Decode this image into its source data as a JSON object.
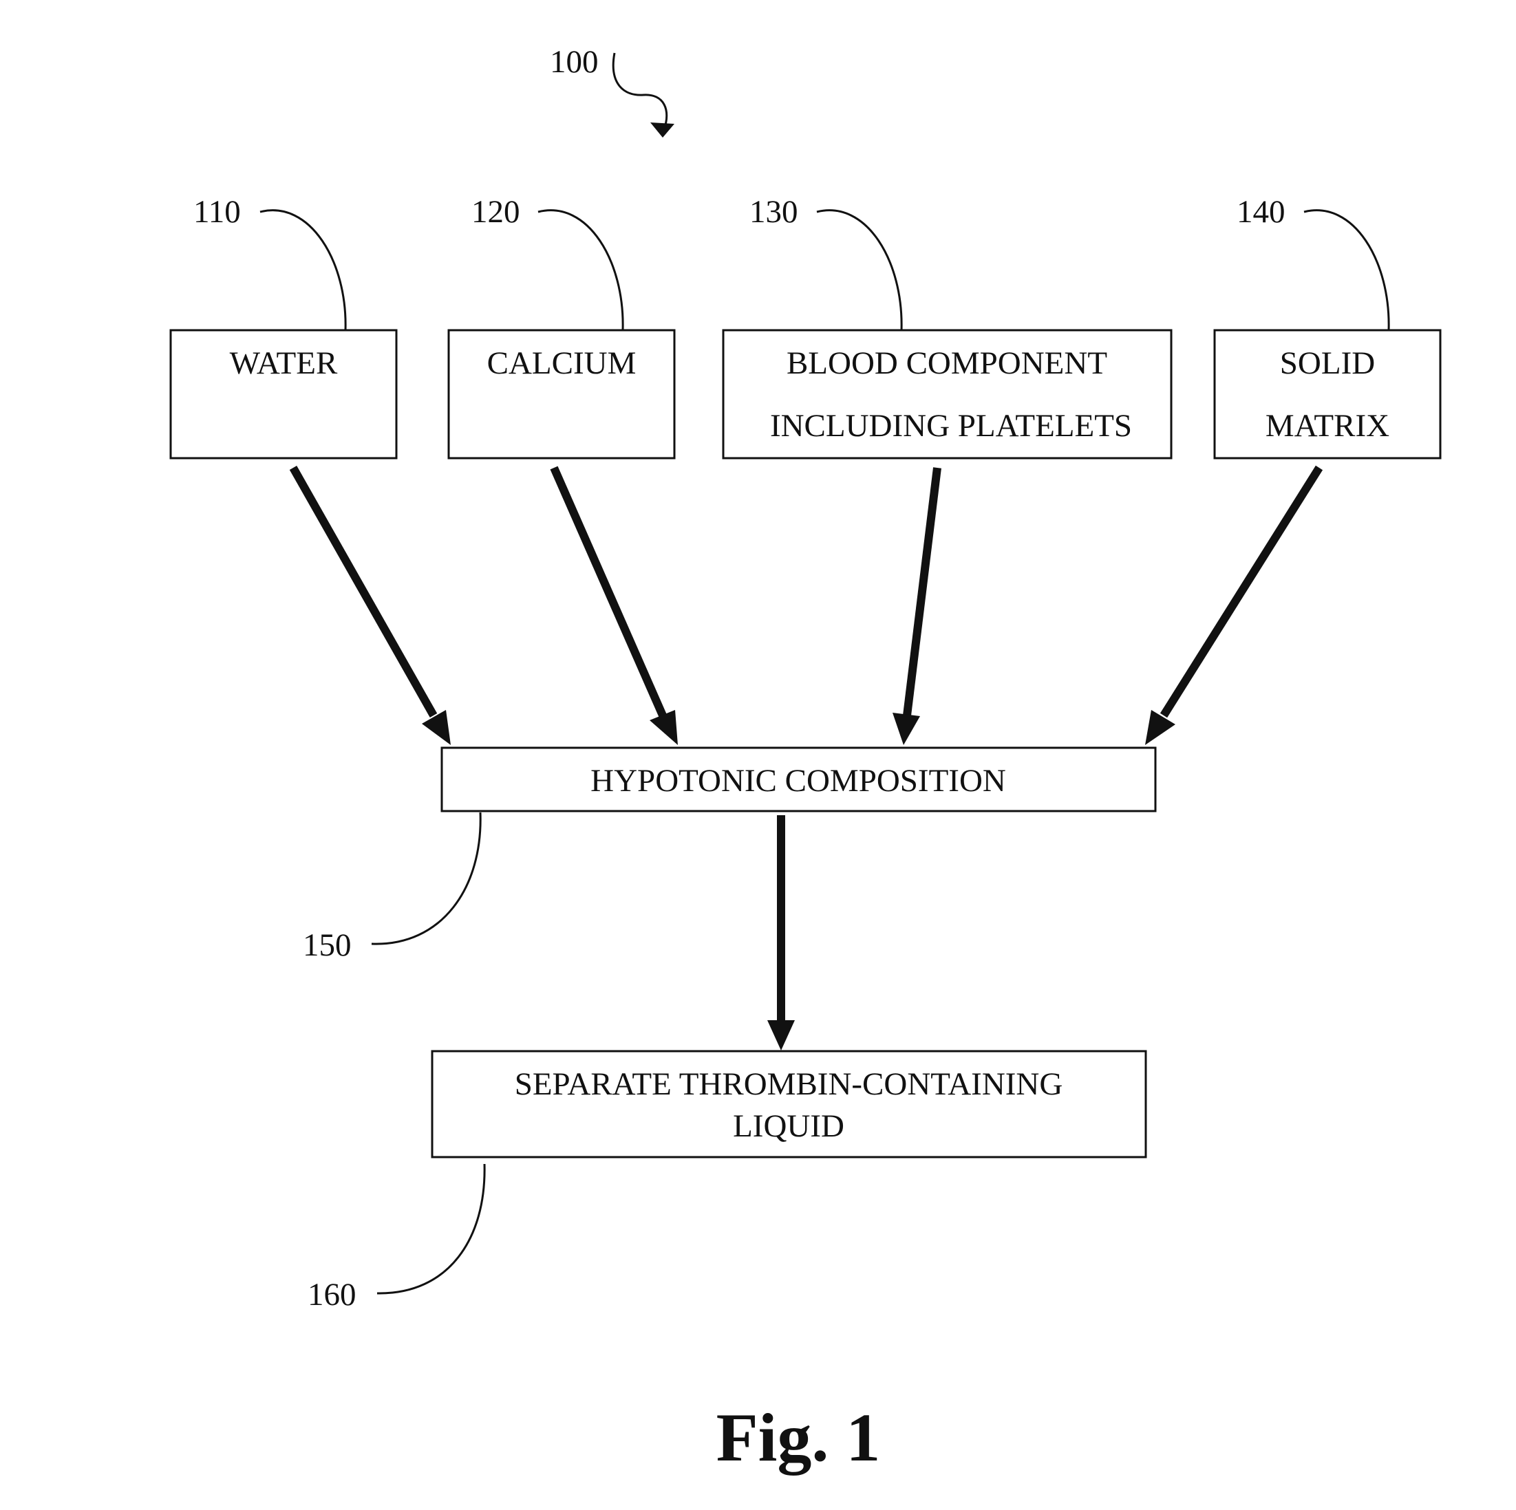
{
  "figure": {
    "reference": "100",
    "caption": "Fig. 1"
  },
  "inputs": [
    {
      "ref": "110",
      "lines": [
        "WATER"
      ]
    },
    {
      "ref": "120",
      "lines": [
        "CALCIUM"
      ]
    },
    {
      "ref": "130",
      "lines": [
        "BLOOD COMPONENT",
        "INCLUDING PLATELETS"
      ]
    },
    {
      "ref": "140",
      "lines": [
        "SOLID",
        "MATRIX"
      ]
    }
  ],
  "composition": {
    "ref": "150",
    "lines": [
      "HYPOTONIC COMPOSITION"
    ]
  },
  "result": {
    "ref": "160",
    "lines": [
      "SEPARATE THROMBIN-CONTAINING",
      "LIQUID"
    ]
  },
  "colors": {
    "ink": "#111111",
    "background": "#ffffff"
  }
}
